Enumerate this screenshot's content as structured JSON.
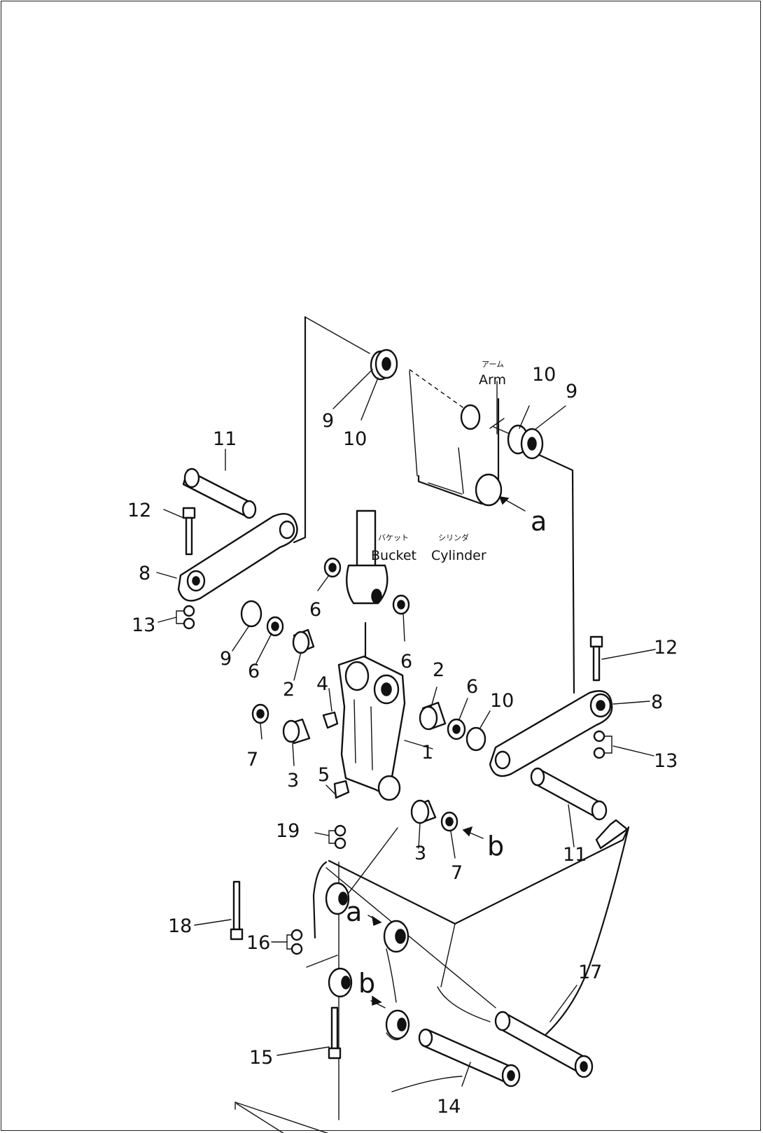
{
  "diagram": {
    "labels": {
      "arm_jp": "アーム",
      "arm_en": "Arm",
      "bucket_jp": "バケット",
      "bucket_en": "Bucket",
      "cylinder_jp": "シリンダ",
      "cylinder_en": "Cylinder"
    },
    "part_numbers": {
      "p1": "1",
      "p2a": "2",
      "p2b": "2",
      "p3a": "3",
      "p3b": "3",
      "p4": "4",
      "p5": "5",
      "p6a": "6",
      "p6b": "6",
      "p6c": "6",
      "p6d": "6",
      "p7a": "7",
      "p7b": "7",
      "p8a": "8",
      "p8b": "8",
      "p9a": "9",
      "p9b": "9",
      "p9c": "9",
      "p10a": "10",
      "p10b": "10",
      "p10c": "10",
      "p11a": "11",
      "p11b": "11",
      "p12a": "12",
      "p12b": "12",
      "p13a": "13",
      "p13b": "13",
      "p14": "14",
      "p15": "15",
      "p16": "16",
      "p17": "17",
      "p18": "18",
      "p19": "19"
    },
    "reference_letters": {
      "a1": "a",
      "a2": "a",
      "b1": "b",
      "b2": "b"
    }
  }
}
